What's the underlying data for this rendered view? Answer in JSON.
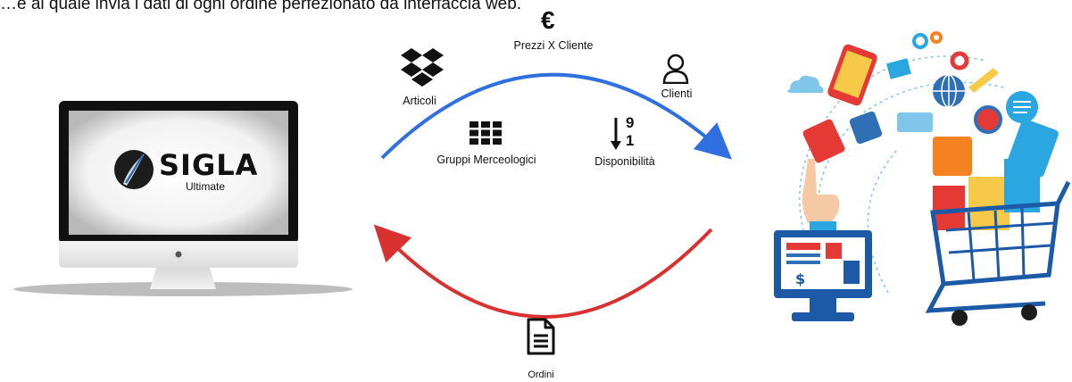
{
  "caption": "…e al quale invia i dati di ogni ordine perfezionato da interfaccia web.",
  "monitor": {
    "logo_text": "SIGLA",
    "logo_subtext": "Ultimate"
  },
  "flow_labels": {
    "articoli": "Articoli",
    "prezzi": "Prezzi X Cliente",
    "clienti": "Clienti",
    "gruppi": "Gruppi Merceologici",
    "disponibilita": "Disponibilità",
    "ordini": "Ordini"
  },
  "glyphs": {
    "euro": "€",
    "sort_top": "9",
    "sort_bottom": "1"
  },
  "colors": {
    "arrow_out": "#2f6fe0",
    "arrow_in": "#d93030",
    "bezel": "#111111",
    "accent_orange": "#f58220",
    "accent_blue": "#2aa6e0",
    "accent_red": "#e53935"
  },
  "icons": [
    "dropbox-icon",
    "euro-icon",
    "user-icon",
    "grid-icon",
    "sort-numeric-icon",
    "document-icon",
    "ecommerce-illustration"
  ]
}
